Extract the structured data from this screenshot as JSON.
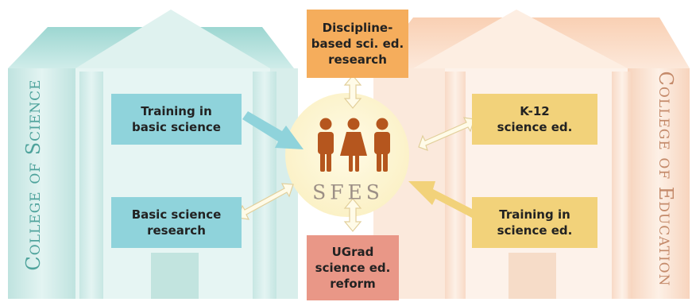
{
  "diagram": {
    "left_building_label": "College of Science",
    "right_building_label": "College of Education",
    "center_label": "SFES",
    "boxes": {
      "discipline_based": "Discipline-\nbased sci. ed.\nresearch",
      "training_basic_science": "Training in\nbasic science",
      "basic_science_research": "Basic science\nresearch",
      "k12": "K-12\nscience ed.",
      "training_science_ed": "Training in\nscience ed.",
      "ugrad_reform": "UGrad\nscience ed.\nreform"
    },
    "icons": [
      "person-male-icon",
      "person-female-icon",
      "person-male-icon"
    ],
    "colors": {
      "science_building": "#cfe9e6",
      "education_building": "#fbe6d6",
      "science_box": "#8fd3db",
      "education_box": "#f2d27a",
      "discipline_box": "#f5ad5c",
      "ugrad_box": "#e99787",
      "center_circle": "#fbf4cf",
      "people": "#b5561e"
    }
  }
}
